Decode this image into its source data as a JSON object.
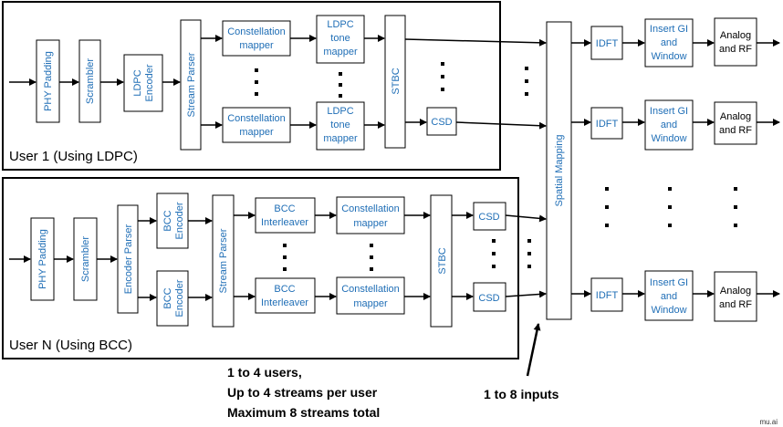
{
  "user1": {
    "caption": "User 1 (Using LDPC)",
    "phy_padding": "PHY Padding",
    "scrambler": "Scrambler",
    "encoder": [
      "LDPC",
      "Encoder"
    ],
    "stream_parser": "Stream Parser",
    "constellation": [
      "Constellation",
      "mapper"
    ],
    "ldpc_tone": [
      "LDPC",
      "tone",
      "mapper"
    ],
    "stbc": "STBC",
    "csd": "CSD"
  },
  "userN": {
    "caption": "User N (Using BCC)",
    "phy_padding": "PHY Padding",
    "scrambler": "Scrambler",
    "encoder_parser": "Encoder Parser",
    "bcc_encoder": [
      "BCC",
      "Encoder"
    ],
    "stream_parser": "Stream Parser",
    "interleaver": [
      "BCC",
      "Interleaver"
    ],
    "constellation": [
      "Constellation",
      "mapper"
    ],
    "stbc": "STBC",
    "csd": "CSD"
  },
  "spatial_mapping": "Spatial Mapping",
  "tx_chain": {
    "idft": "IDFT",
    "insert_gi": [
      "Insert GI",
      "and",
      "Window"
    ],
    "analog_rf": [
      "Analog",
      "and RF"
    ]
  },
  "notes": {
    "users": [
      "1 to 4 users,",
      "Up to 4 streams per user",
      "Maximum 8 streams total"
    ],
    "inputs": "1 to 8 inputs"
  },
  "watermark": "mu.ai"
}
